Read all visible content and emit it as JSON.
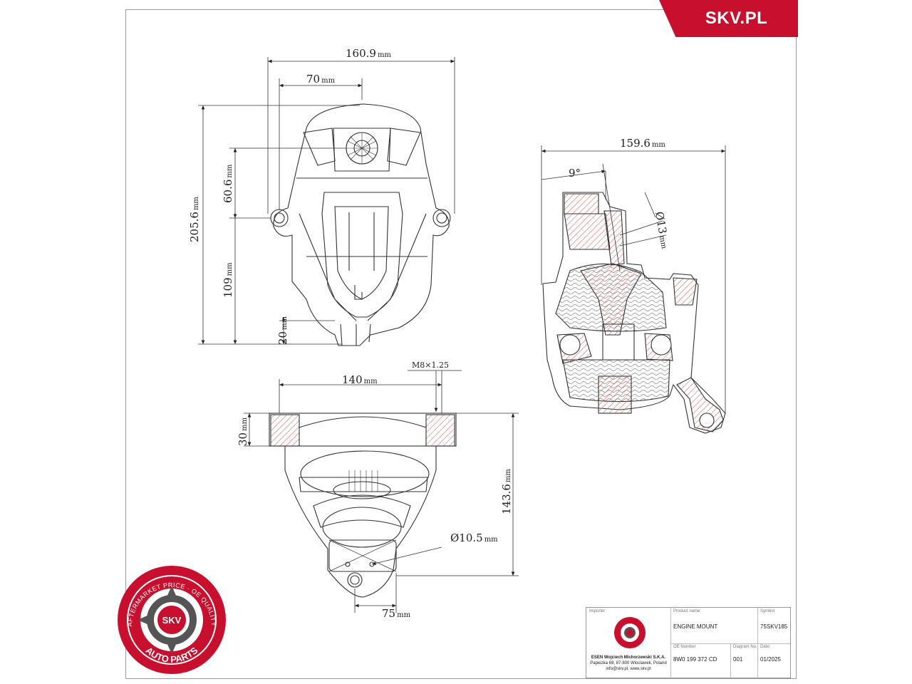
{
  "brand": {
    "name": "SKV.PL"
  },
  "badge": {
    "ring_text_top": "AFTERMARKET PRICE · OE QUALITY",
    "ring_text_bottom": "AUTO PARTS",
    "center": "SKV"
  },
  "dimensions": {
    "top_width": "160.9",
    "top_offset": "70",
    "height_total": "205.6",
    "height_upper": "60.6",
    "height_mid": "109",
    "height_small": "20",
    "bottom_width": "140",
    "thread": "M8×1.25",
    "bottom_flange": "30",
    "bottom_height": "143.6",
    "bolt_dia": "Ø10.5",
    "bottom_base": "75",
    "side_width": "159.6",
    "side_angle": "9°",
    "side_hole": "Ø13",
    "unit": "mm"
  },
  "title_block": {
    "importer_label": "Importer",
    "product_label": "Product name:",
    "product": "ENGINE MOUNT",
    "symbol_label": "Symbol",
    "symbol": "75SKV185",
    "oe_label": "OE Number",
    "oe": "8W0 199 372 CD",
    "diagram_label": "Diagram No.",
    "diagram": "001",
    "date_label": "Date:",
    "date": "01/2025",
    "company": "ESEN Wojciech Michorzewski S.K.A.",
    "address": "Papiezka 69, 87-800 Wloclawek, Poland",
    "web": "info@skv.pl, www.skv.pl"
  },
  "colors": {
    "brand_red": "#c8102e",
    "line": "#333333",
    "hatch": "#e8a0a0"
  }
}
